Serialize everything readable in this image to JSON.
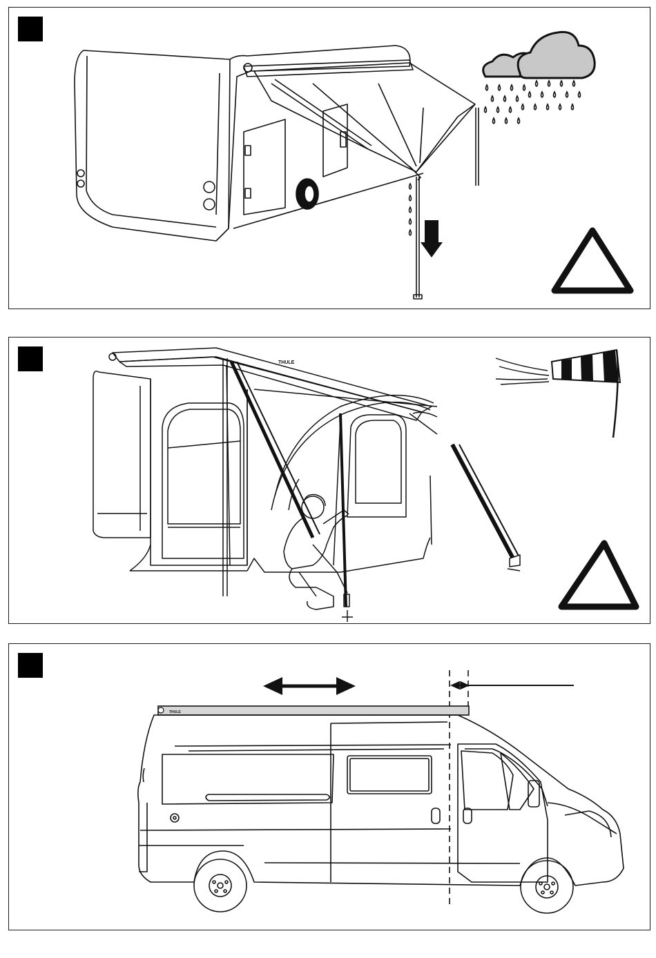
{
  "brand": {
    "awning_logo_text": "THULE"
  },
  "panels": [
    {
      "id": "step-1",
      "topic": "rain"
    },
    {
      "id": "step-2",
      "topic": "wind"
    },
    {
      "id": "step-3",
      "topic": "mounting-position"
    }
  ],
  "colors": {
    "ink": "#111111",
    "marker": "#000000",
    "cloud": "#c8c8c8",
    "awning_bar": "#d6d6d6"
  }
}
